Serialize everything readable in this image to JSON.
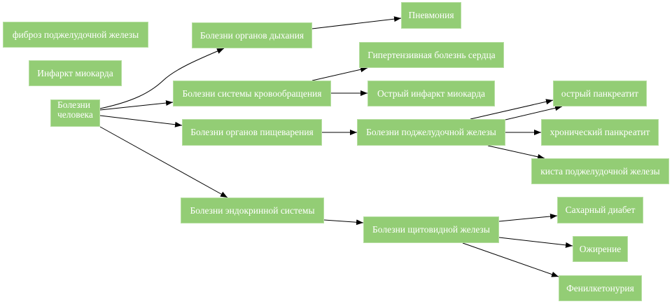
{
  "diagram": {
    "node_color": "#93cd75",
    "nodes": {
      "fibrosis": "фиброз поджелудочной железы",
      "infarct": "Инфаркт миокарда",
      "human_line1": "Болезни",
      "human_line2": "человека",
      "respiratory": "Болезни органов дыхания",
      "circulatory": "Болезни системы кровообращения",
      "digestive": "Болезни органов пищеварения",
      "endocrine": "Болезни эндокринной системы",
      "pneumonia": "Пневмония",
      "hypertensive": "Гипертензивная болезнь сердца",
      "acute_mi": "Острый инфаркт миокарда",
      "pancreas": "Болезни поджелудочной железы",
      "acute_pancreatitis": "острый панкреатит",
      "chronic_pancreatitis": "хронический панкреатит",
      "pancreatic_cyst": "киста поджелудочной железы",
      "thyroid": "Болезни щитовидной железы",
      "diabetes": "Сахарный диабет",
      "obesity": "Ожирение",
      "pku": "Фенилкетонурия"
    }
  }
}
